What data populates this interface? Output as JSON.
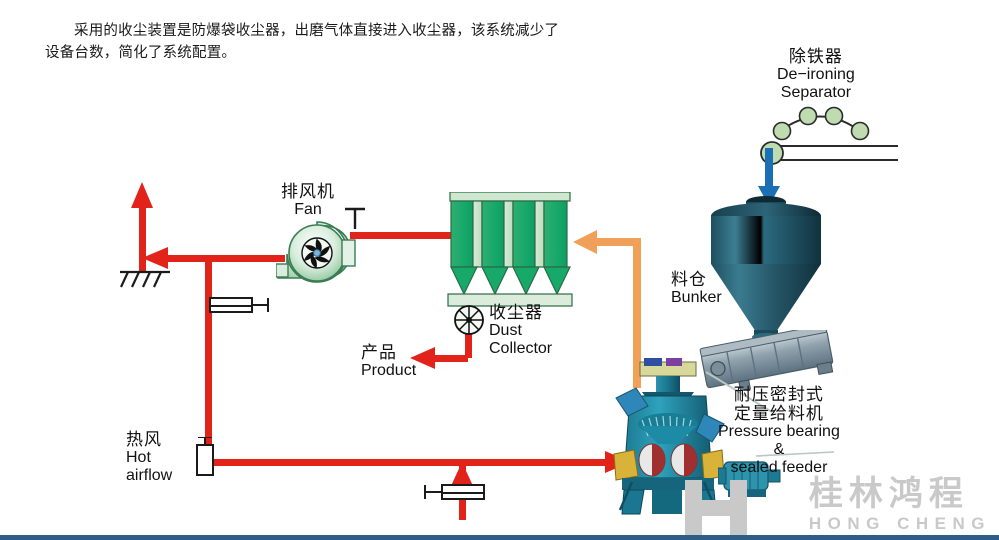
{
  "caption": {
    "line1": "采用的收尘装置是防爆袋收尘器，出磨气体直接进入收尘器，该系统减少了",
    "line2": "设备台数，简化了系统配置。"
  },
  "labels": {
    "fan": {
      "cn": "排风机",
      "en": "Fan"
    },
    "dust_collector": {
      "cn": "收尘器",
      "en_line1": "Dust",
      "en_line2": "Collector"
    },
    "product": {
      "cn": "产品",
      "en": "Product"
    },
    "hot_airflow": {
      "cn": "热风",
      "en_line1": "Hot",
      "en_line2": "airflow"
    },
    "bunker": {
      "cn": "料仓",
      "en": "Bunker"
    },
    "de_ironing": {
      "cn": "除铁器",
      "en_line1": "De−ironing",
      "en_line2": "Separator"
    },
    "feeder": {
      "cn_line1": "耐压密封式",
      "cn_line2": "定量给料机",
      "en_line1": "Pressure bearing",
      "en_line2": "&",
      "en_line3": "sealed feeder"
    }
  },
  "logo": {
    "cn": "桂林鸿程",
    "en": "HONG CHENG"
  },
  "colors": {
    "air_duct_red": "#e2231a",
    "gas_duct_orange": "#f0a059",
    "collector_green": "#22ab6e",
    "bunker_teal": "#2a5f74",
    "mill_blue": "#2a8fa8",
    "separator_green": "#b6d7ac",
    "logo_gray": "#c9c9c9",
    "footer_blue": "#2e5d86"
  },
  "equipment": {
    "dust_collector_chambers": 4,
    "separator_rollers": 4
  }
}
